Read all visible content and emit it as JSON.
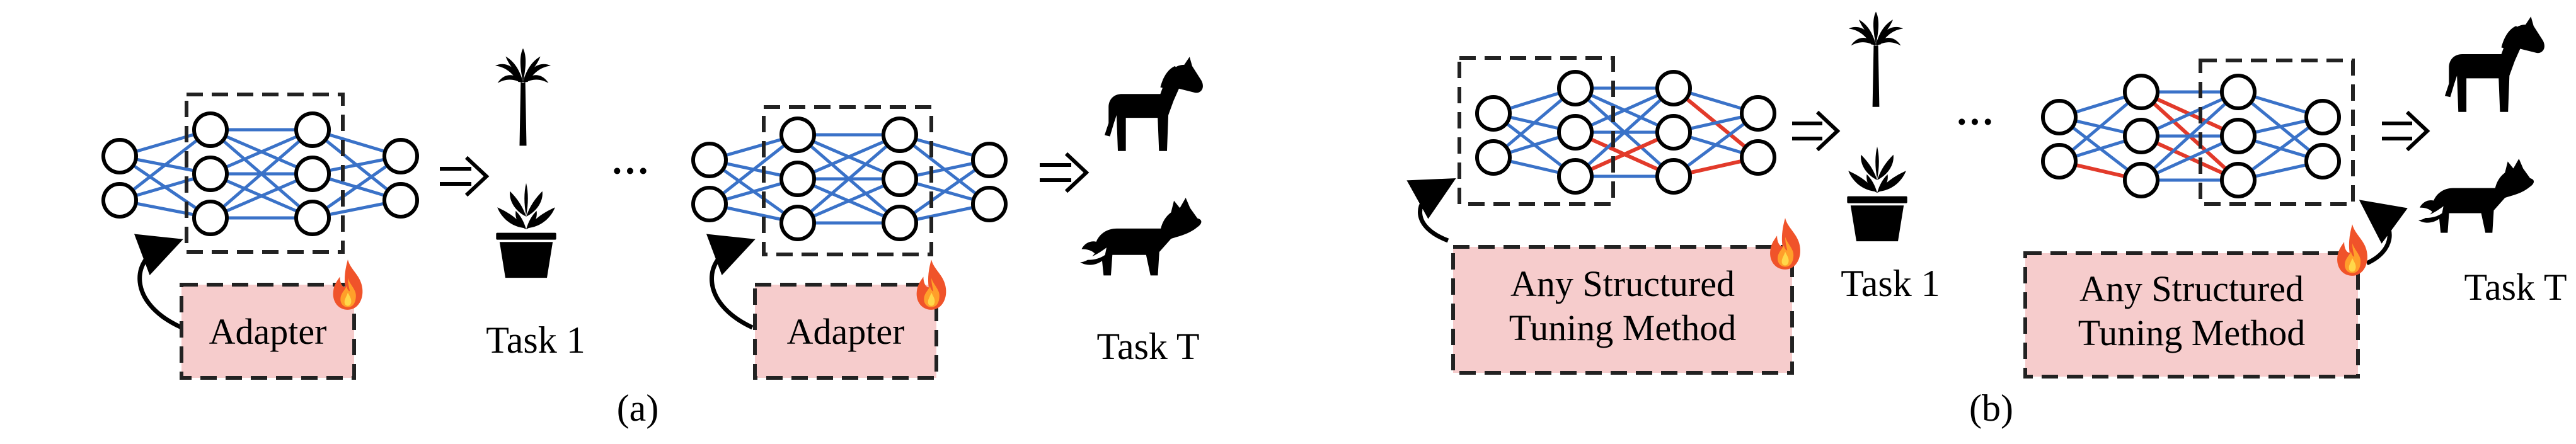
{
  "colors": {
    "edge_blue": "#3a72c8",
    "edge_red": "#e23a2a",
    "box_fill": "#f6cccc",
    "box_border": "#222222",
    "node_stroke": "#000000"
  },
  "panel_a": {
    "caption": "(a)",
    "adapter_1_label": "Adapter",
    "adapter_2_label": "Adapter",
    "task_1_label": "Task 1",
    "task_t_label": "Task T",
    "ellipsis": "···",
    "icons": [
      "palm-tree-icon",
      "potted-plant-icon",
      "horse-icon",
      "fox-icon",
      "fire-icon"
    ]
  },
  "panel_b": {
    "caption": "(b)",
    "method_1_line1": "Any Structured",
    "method_1_line2": "Tuning Method",
    "method_2_line1": "Any Structured",
    "method_2_line2": "Tuning Method",
    "task_1_label": "Task 1",
    "task_t_label": "Task T",
    "ellipsis": "···",
    "icons": [
      "palm-tree-icon",
      "potted-plant-icon",
      "horse-icon",
      "fox-icon",
      "fire-icon"
    ]
  }
}
